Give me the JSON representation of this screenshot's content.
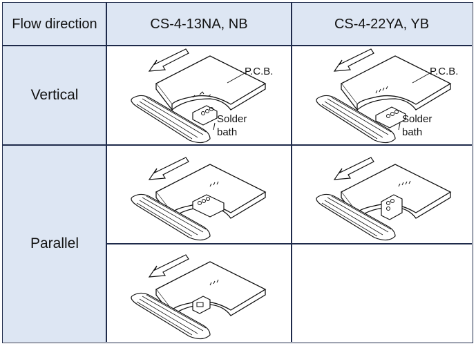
{
  "header": {
    "flow_direction": "Flow direction",
    "col1": "CS-4-13NA, NB",
    "col2": "CS-4-22YA, YB"
  },
  "rows": {
    "vertical": "Vertical",
    "parallel": "Parallel"
  },
  "labels": {
    "pcb": "P.C.B.",
    "solder": "Solder",
    "bath": "bath"
  }
}
